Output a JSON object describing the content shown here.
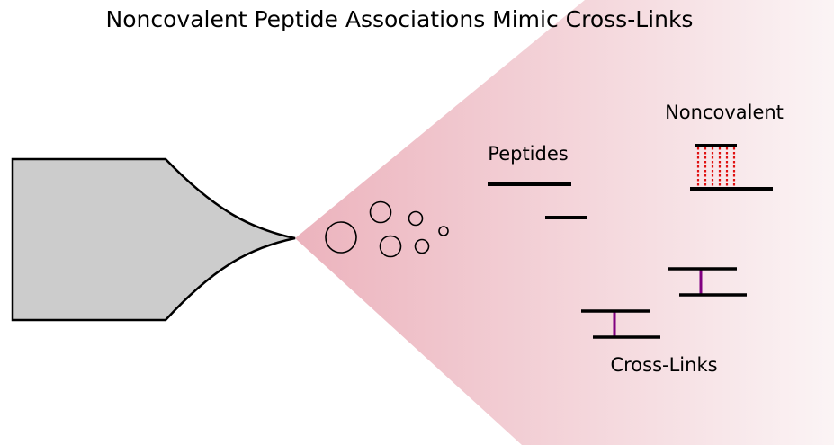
{
  "diagram": {
    "title": "Noncovalent Peptide Associations Mimic Cross-Links",
    "labels": {
      "peptides": "Peptides",
      "noncovalent": "Noncovalent",
      "crosslinks": "Cross-Links"
    }
  },
  "colors": {
    "emitter_fill": "#cccccc",
    "plume_start": "#ecb3bd",
    "plume_end": "#fbf4f5",
    "noncovalent_bond": "#e01010",
    "crosslink_bond": "#800080",
    "line": "#000000"
  }
}
